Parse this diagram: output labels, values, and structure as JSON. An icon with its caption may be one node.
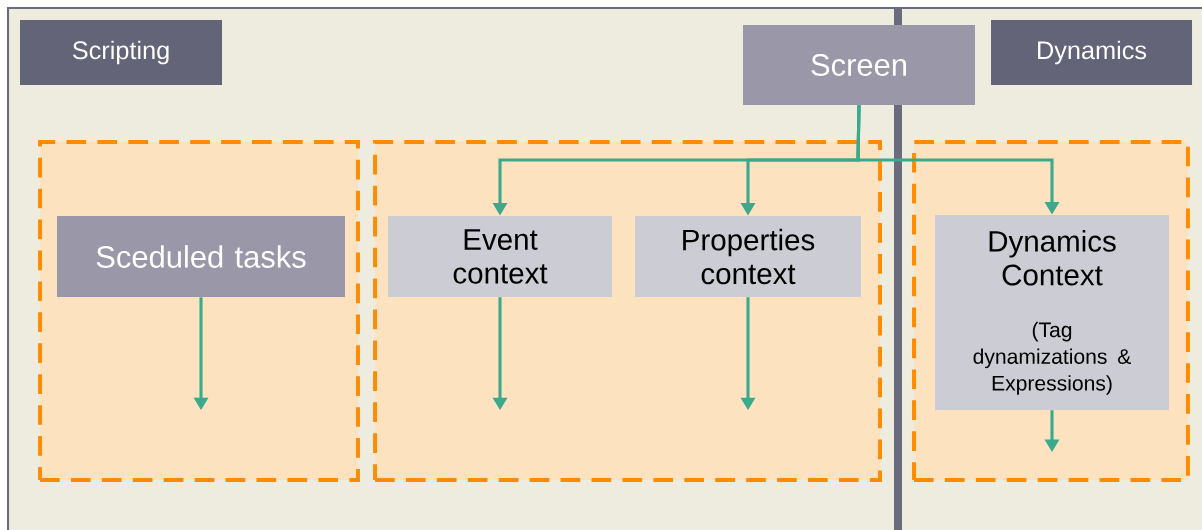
{
  "diagram": {
    "nodes": [
      {
        "text": [
          "Scripting"
        ]
      },
      {
        "text": [
          "Dynamics"
        ]
      },
      {
        "text": [
          "Screen"
        ]
      },
      {
        "text": [],
        "shape": "box"
      },
      {
        "text": [
          "Sceduled tasks"
        ],
        "in": 3
      },
      {
        "text": [],
        "shape": "box"
      },
      {
        "text": [
          "Event context"
        ],
        "in": 5
      },
      {
        "text": [
          "Properties context"
        ],
        "in": 5
      },
      {
        "text": [],
        "shape": "box"
      },
      {
        "text": [
          "Dynamics Context",
          "(Tag dynamizations & Expressions)"
        ],
        "in": 8
      }
    ],
    "edges": [
      {
        "from": 2,
        "to": 6,
        "arrow": "to"
      },
      {
        "from": 2,
        "to": 7,
        "arrow": "to"
      },
      {
        "from": 2,
        "to": 9,
        "arrow": "to"
      },
      {
        "from": 4,
        "to": null,
        "arrow": "to"
      },
      {
        "from": 6,
        "to": null,
        "arrow": "to"
      },
      {
        "from": 7,
        "to": null,
        "arrow": "to"
      },
      {
        "from": 9,
        "to": null,
        "arrow": "to"
      }
    ]
  }
}
